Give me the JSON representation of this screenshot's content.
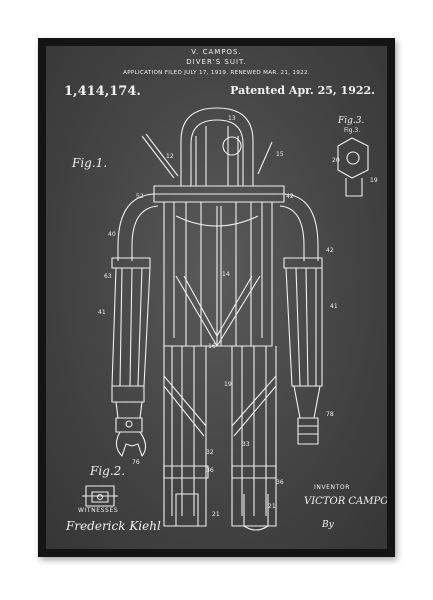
{
  "patent": {
    "inventor_header": "V. CAMPOS.",
    "title": "DIVER'S SUIT.",
    "application_line": "APPLICATION FILED JULY 17, 1919. RENEWED MAR. 21, 1922.",
    "number": "1,414,174.",
    "date": "Patented Apr. 25, 1922.",
    "fig1": "Fig.1.",
    "fig2": "Fig.2.",
    "fig3": "Fig.3.",
    "witnesses": "WITNESSES",
    "witness_signature": "Frederick Kiehl",
    "inventor_label": "INVENTOR",
    "inventor_name": "VICTOR CAMPOS",
    "by": "By"
  },
  "colors": {
    "frame": "#141414",
    "chalkboard": "#474747",
    "ink": "#f2f2f2"
  }
}
